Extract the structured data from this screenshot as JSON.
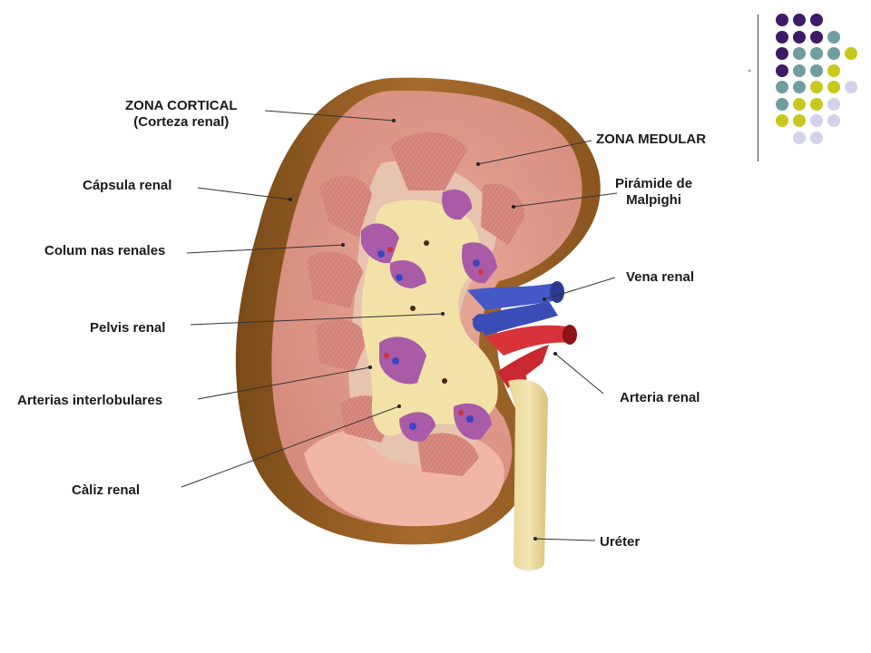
{
  "labels": {
    "zona_cortical": "ZONA CORTICAL",
    "corteza_renal": "(Corteza renal)",
    "zona_medular": "ZONA MEDULAR",
    "capsula_renal": "Cápsula renal",
    "piramide_line1": "Pirámide de",
    "piramide_line2": "Malpighi",
    "columnas_renales": "Colum nas renales",
    "vena_renal": "Vena renal",
    "pelvis_renal": "Pelvis renal",
    "arterias_interlobulares": "Arterias interlobulares",
    "arteria_renal": "Arteria renal",
    "caliz_renal": "Càliz renal",
    "ureter": "Uréter"
  },
  "decor": {
    "dash": "-",
    "colors": {
      "purple": "#3f1a66",
      "teal": "#6f9ea0",
      "lime": "#c8c81e",
      "lavender": "#d2d2ec"
    },
    "dot_grid": [
      [
        "purple",
        "purple",
        "purple"
      ],
      [
        "purple",
        "purple",
        "purple",
        "teal"
      ],
      [
        "purple",
        "teal",
        "teal",
        "teal",
        "lime"
      ],
      [
        "purple",
        "teal",
        "teal",
        "lime"
      ],
      [
        "teal",
        "teal",
        "lime",
        "lime",
        "lavender"
      ],
      [
        "teal",
        "lime",
        "lime",
        "lavender"
      ],
      [
        "lime",
        "lime",
        "lavender",
        "lavender"
      ],
      [
        "lavender",
        "lavender"
      ]
    ]
  }
}
